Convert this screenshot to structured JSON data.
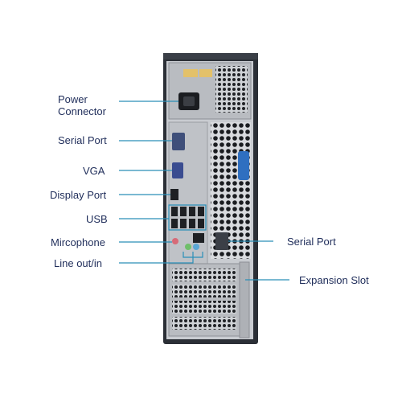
{
  "colors": {
    "label_text": "#1f2d5a",
    "callout_line": "#2a8fb8",
    "case_body": "#2b2f36",
    "back_panel": "#c9ccd1",
    "blue_latch": "#2f6fc0"
  },
  "labels": {
    "power_connector": "Power\nConnector",
    "serial_port_left": "Serial Port",
    "vga": "VGA",
    "display_port": "Display Port",
    "usb": "USB",
    "microphone": "Mircophone",
    "line_out_in": "Line out/in",
    "serial_port_right": "Serial Port",
    "expansion_slot": "Expansion Slot"
  },
  "icons": [
    "computer-tower-rear-illustration"
  ]
}
